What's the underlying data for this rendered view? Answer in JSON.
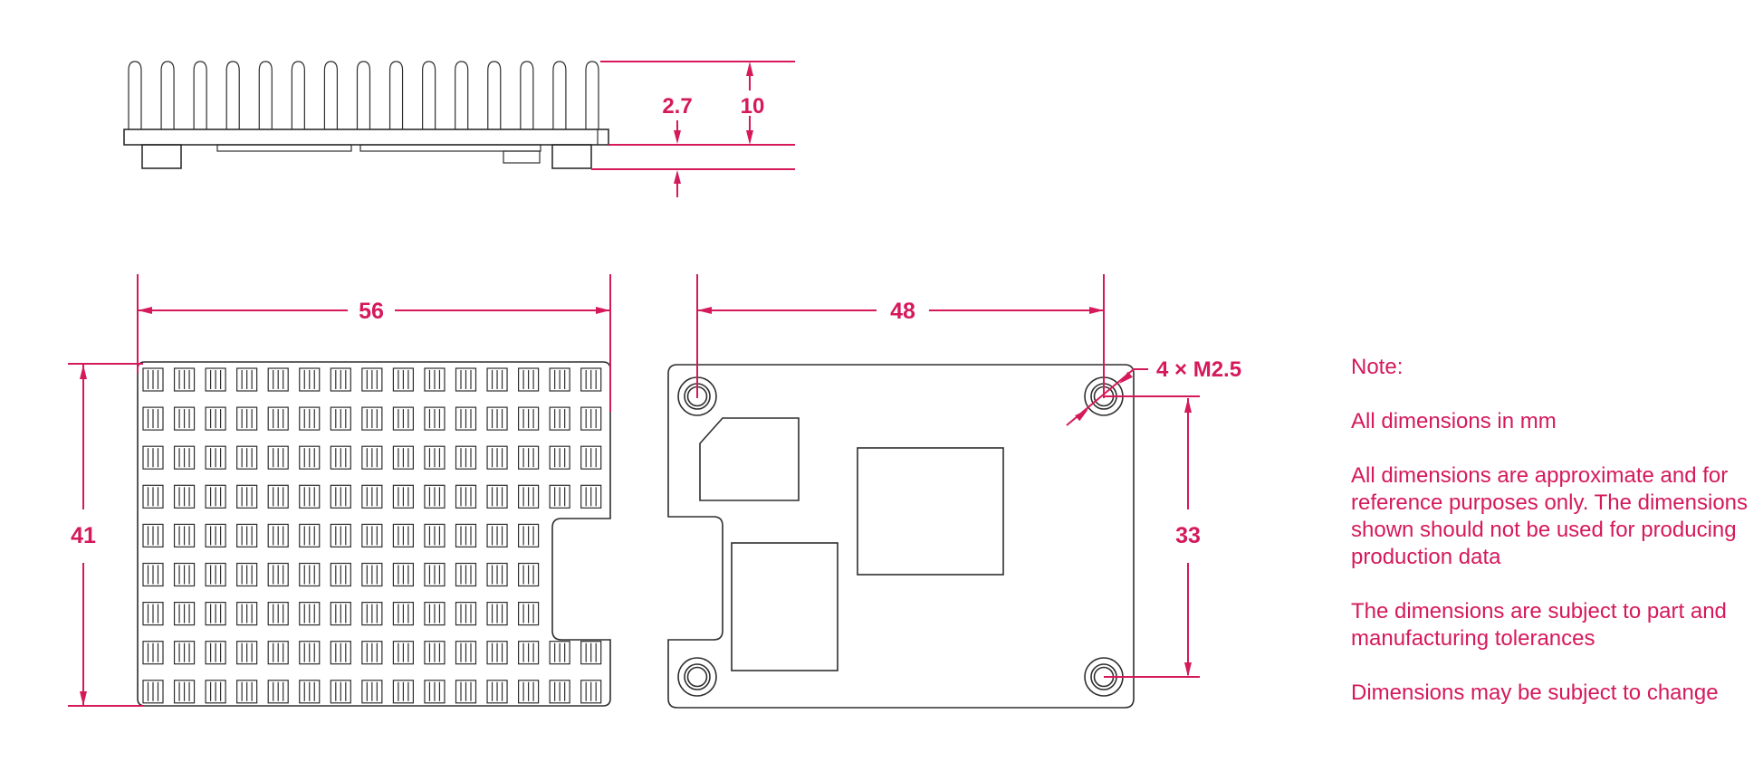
{
  "colors": {
    "accent": "#D5195B",
    "line": "#2e2e2e",
    "background": "#ffffff"
  },
  "dimensions": {
    "side_standoff": "2.7",
    "side_height": "10",
    "heatsink_width": "56",
    "heatsink_height": "41",
    "hole_spacing_x": "48",
    "hole_spacing_y": "33",
    "mount_holes_label": "4 × M2.5"
  },
  "notes": {
    "lines": [
      "Note:",
      "All dimensions in mm",
      "All dimensions are approximate and for",
      "reference purposes only. The dimensions",
      "shown should not be used for producing",
      "production data",
      "The dimensions are subject to part and",
      "manufacturing tolerances",
      "Dimensions may be subject to change"
    ]
  }
}
